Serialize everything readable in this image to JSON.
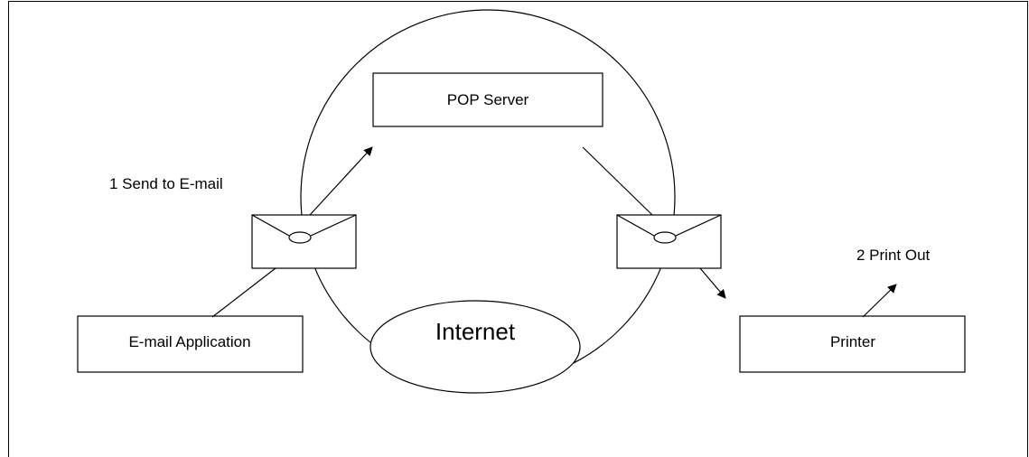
{
  "nodes": {
    "pop_server": "POP Server",
    "email_application": "E-mail Application",
    "printer": "Printer",
    "internet": "Internet"
  },
  "steps": {
    "step1": "1 Send to E-mail",
    "step2": "2 Print Out"
  },
  "colors": {
    "stroke": "#000000",
    "background": "#ffffff"
  }
}
